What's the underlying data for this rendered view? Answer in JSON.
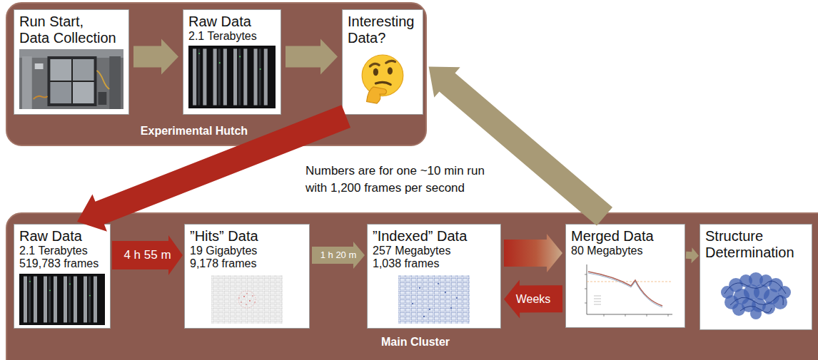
{
  "diagram": {
    "nodes": [
      {
        "text": [
          "Experimental Hutch"
        ]
      },
      {
        "text": [
          "Run Start, Data Collection"
        ],
        "in": 0
      },
      {
        "text": [
          "Raw Data",
          "2.1 Terabytes"
        ],
        "in": 0
      },
      {
        "text": [
          "Interesting Data?"
        ],
        "in": 0
      },
      {
        "text": [
          "Main Cluster"
        ]
      },
      {
        "text": [
          "Raw Data",
          "2.1 Terabytes",
          "519,783 frames"
        ],
        "in": 4
      },
      {
        "text": [
          "”Hits” Data",
          "19 Gigabytes",
          "9,178 frames"
        ],
        "in": 4
      },
      {
        "text": [
          "”Indexed” Data",
          "257 Megabytes",
          "1,038 frames"
        ],
        "in": 4
      },
      {
        "text": [
          "Merged Data",
          "80 Megabytes"
        ],
        "in": 4
      },
      {
        "text": [
          "Structure Determination"
        ],
        "in": 4
      }
    ],
    "edges": [
      {
        "from": 1,
        "to": 2,
        "arrow": "to"
      },
      {
        "from": 2,
        "to": 3,
        "arrow": "to"
      },
      {
        "from": 3,
        "to": 5,
        "arrow": "to"
      },
      {
        "from": 5,
        "to": 6,
        "label": "4 h 55 m",
        "arrow": "to"
      },
      {
        "from": 6,
        "to": 7,
        "label": "1 h 20 m",
        "arrow": "to"
      },
      {
        "from": 7,
        "to": 8,
        "arrow": "to"
      },
      {
        "from": 8,
        "to": 7,
        "label": "Weeks",
        "arrow": "to"
      },
      {
        "from": 8,
        "to": 3,
        "arrow": "to"
      },
      {
        "from": 8,
        "to": 9,
        "arrow": "to"
      }
    ],
    "labels": [
      "Numbers are for one ~10 min run with 1,200 frames per second"
    ]
  }
}
